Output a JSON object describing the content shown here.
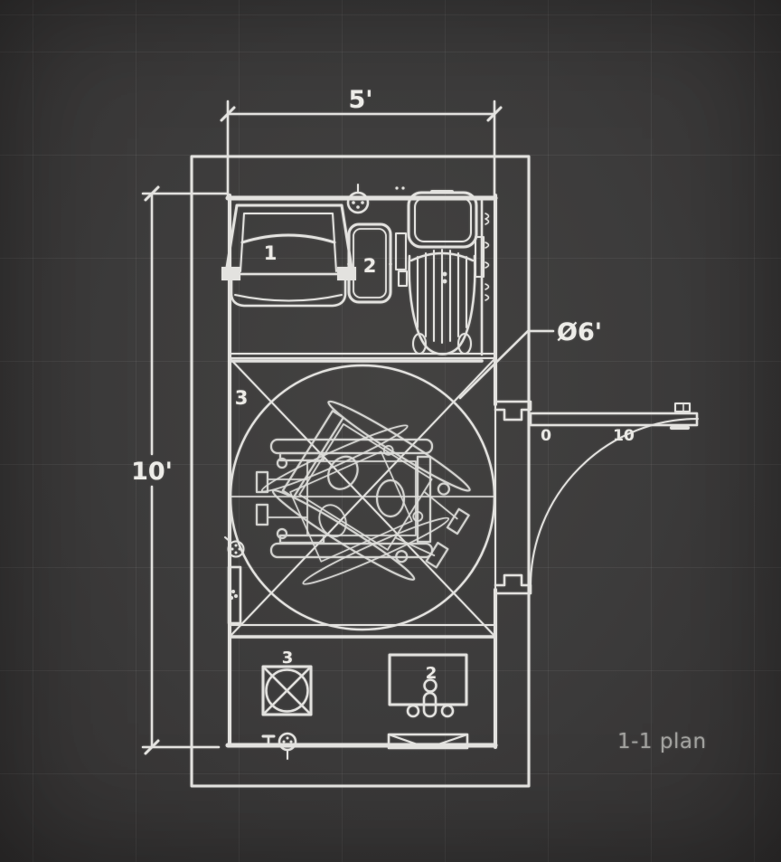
{
  "plan": {
    "caption": "1-1 plan",
    "dimensions": {
      "width": "5'",
      "height": "10'",
      "turning_diameter": "Ø6'"
    },
    "door_scale": {
      "min": "0",
      "max": "10"
    },
    "labels": {
      "seat": "1",
      "shelf": "2",
      "turning_area": "3",
      "floor_drain": "3",
      "service_unit": "2"
    },
    "colors": {
      "background": "#3b3a3a",
      "line": "#e3e2df",
      "caption_text": "#a2a29f",
      "grid_line": "#4b4a49"
    }
  }
}
